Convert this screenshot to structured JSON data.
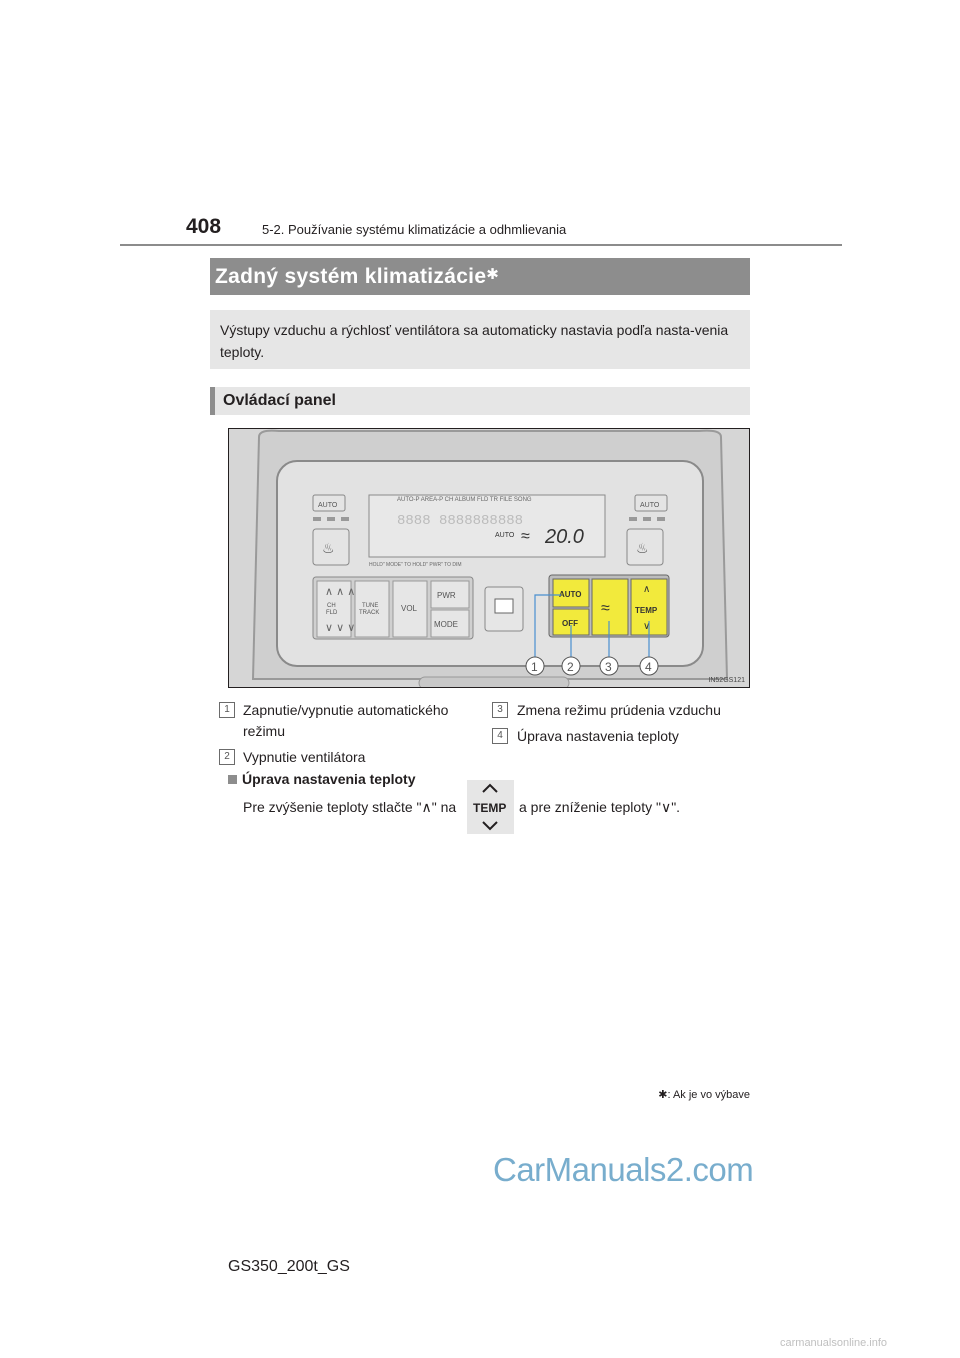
{
  "header": {
    "page_number": "408",
    "chapter": "5-2. Používanie systému klimatizácie a odhmlievania"
  },
  "section": {
    "title": "Zadný systém klimatizácie",
    "star": "✱"
  },
  "intro": "Výstupy vzduchu a rýchlosť ventilátora sa automaticky nastavia podľa nasta-venia teploty.",
  "subsection_title": "Ovládací panel",
  "figure": {
    "code": "IN52GS121",
    "panel": {
      "auto_left": "AUTO",
      "auto_right": "AUTO",
      "lcd_top_row": "AUTO-P AREA-P  CH  ALBUM FLD TR FILE SONG",
      "lcd_auto": "AUTO",
      "lcd_temp": "20.0",
      "lcd_bottom": "HOLD\" MODE\"  TO      HOLD\" PWR\"  TO   DIM",
      "btn_ch_fld_1": "CH",
      "btn_ch_fld_2": "FLD",
      "btn_tune_1": "TUNE",
      "btn_tune_2": "TRACK",
      "btn_vol": "VOL",
      "btn_pwr": "PWR",
      "btn_mode": "MODE",
      "btn_auto": "AUTO",
      "btn_off": "OFF",
      "btn_temp": "TEMP"
    },
    "callouts": [
      "1",
      "2",
      "3",
      "4"
    ]
  },
  "legend": [
    {
      "num": "1",
      "text_line1": "Zapnutie/vypnutie automatického",
      "text_line2": "režimu"
    },
    {
      "num": "2",
      "text_line1": "Vypnutie ventilátora"
    },
    {
      "num": "3",
      "text_line1": "Zmena režimu prúdenia vzduchu"
    },
    {
      "num": "4",
      "text_line1": "Úprava nastavenia teploty"
    }
  ],
  "adjust": {
    "heading": "Úprava nastavenia teploty",
    "text_before": "Pre zvýšenie teploty stlačte \"∧\" na",
    "text_after": "a pre zníženie teploty \"∨\".",
    "inline_button": "TEMP"
  },
  "footnote": "✱: Ak je vo výbave",
  "watermark": "CarManuals2.com",
  "footer_model": "GS350_200t_GS",
  "bottom_watermark": "carmanualsonline.info"
}
